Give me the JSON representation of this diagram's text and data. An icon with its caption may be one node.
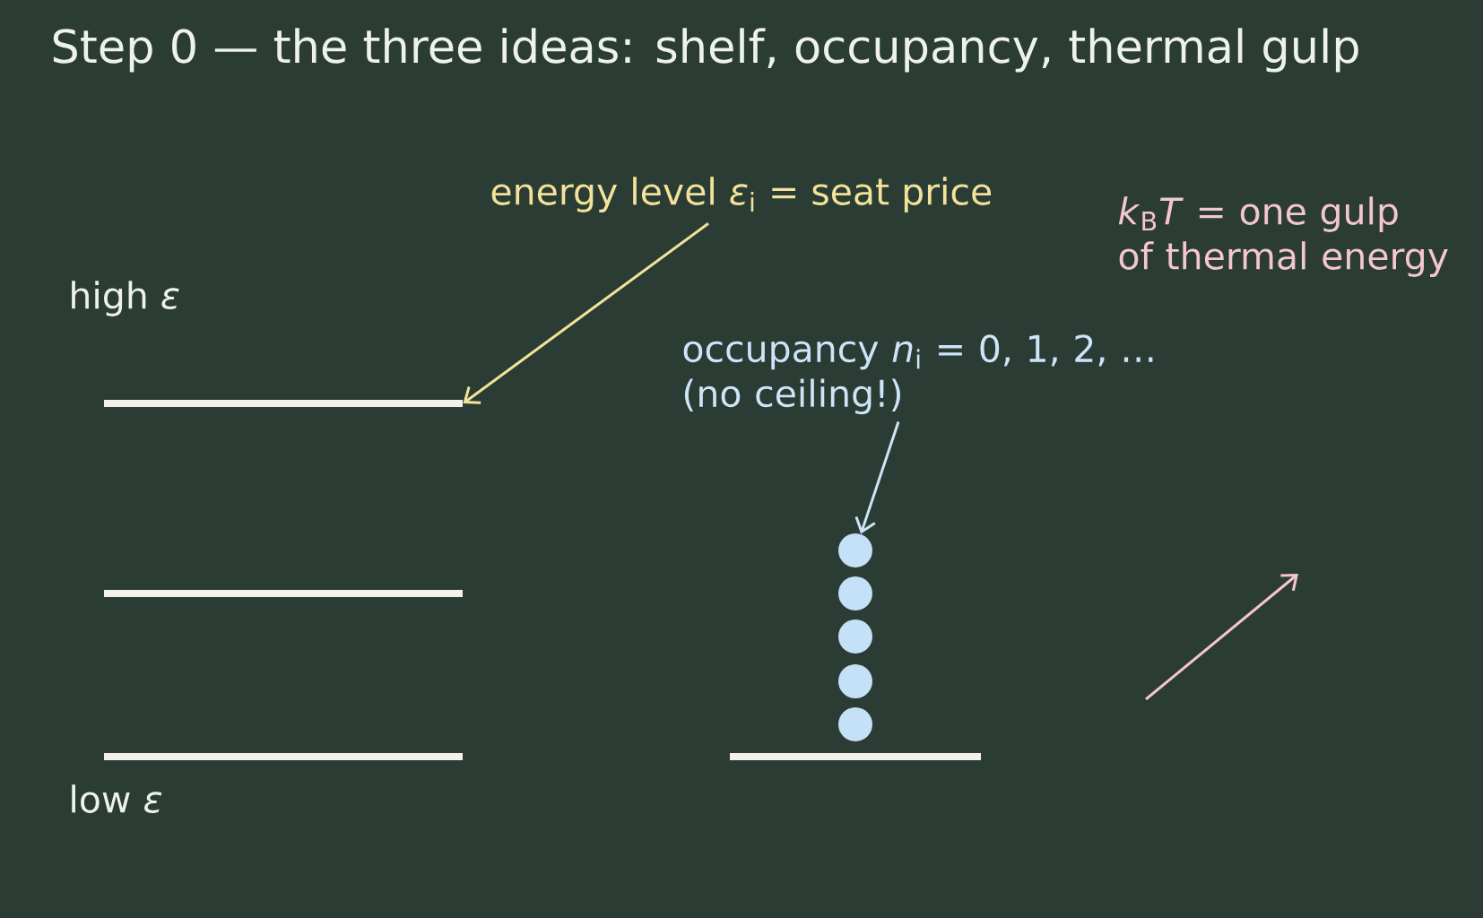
{
  "diagram": {
    "title": "Step 0 — the three ideas: shelf, occupancy, thermal gulp",
    "nodes": [
      {
        "text": [
          "energy level *ε*$_{i}$ = seat price"
        ]
      },
      {
        "text": [],
        "shape": "bar"
      },
      {
        "text": [],
        "shape": "bar"
      },
      {
        "text": [],
        "shape": "bar"
      },
      {
        "text": [
          "occupancy *n*$_{i}$ = 0, 1, 2, … (no ceiling!)"
        ]
      },
      {
        "text": [],
        "shape": "circle"
      },
      {
        "text": [],
        "shape": "circle"
      },
      {
        "text": [],
        "shape": "circle"
      },
      {
        "text": [],
        "shape": "circle"
      },
      {
        "text": [],
        "shape": "circle"
      },
      {
        "text": [],
        "shape": "bar"
      }
    ],
    "edges": [
      {
        "from": 0,
        "to": 1,
        "arrow": "to",
        "color": "#f3e29a"
      },
      {
        "from": 4,
        "to": 5,
        "arrow": "to",
        "color": "#cde5f7"
      }
    ],
    "labels": [
      "*k*$_{B}$*T* = one gulp of thermal energy",
      "high *ε*",
      "low *ε*"
    ]
  }
}
